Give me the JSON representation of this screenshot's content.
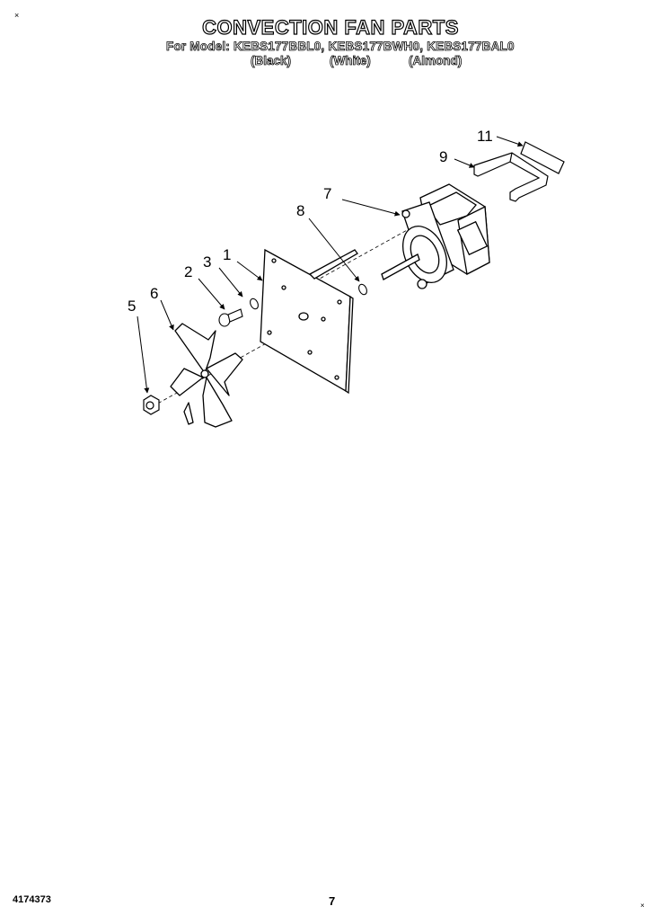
{
  "header": {
    "title": "CONVECTION FAN PARTS",
    "model_line": "For Model: KEBS177BBL0, KEBS177BWH0, KEBS177BAL0",
    "colors": [
      "(Black)",
      "(White)",
      "(Almond)"
    ]
  },
  "corner_mark": "×",
  "footer": {
    "part_number": "4174373",
    "page_number": "7",
    "mark": "×"
  },
  "callouts": [
    {
      "id": "c1",
      "label": "1"
    },
    {
      "id": "c2",
      "label": "2"
    },
    {
      "id": "c3",
      "label": "3"
    },
    {
      "id": "c5",
      "label": "5"
    },
    {
      "id": "c6",
      "label": "6"
    },
    {
      "id": "c7",
      "label": "7"
    },
    {
      "id": "c8",
      "label": "8"
    },
    {
      "id": "c9",
      "label": "9"
    },
    {
      "id": "c11",
      "label": "11"
    }
  ]
}
